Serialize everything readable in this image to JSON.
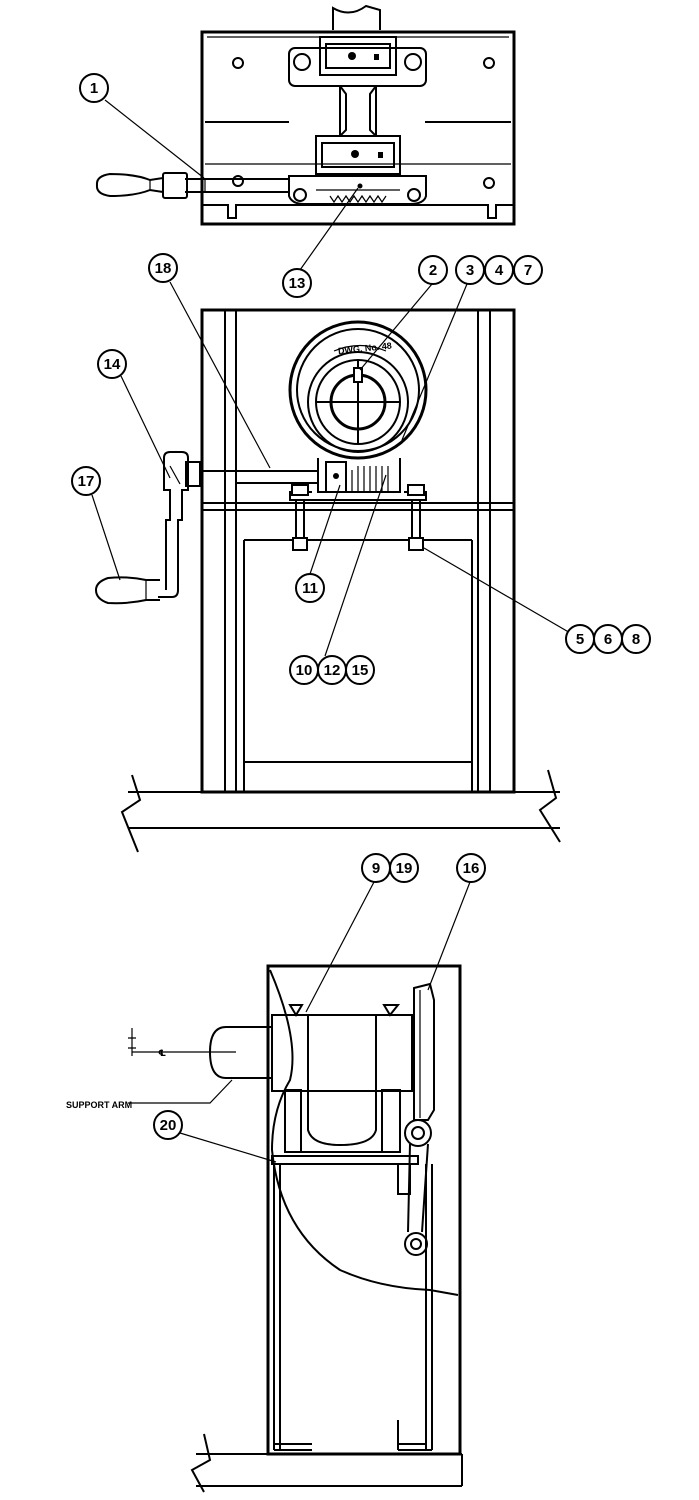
{
  "callouts": {
    "c1": "1",
    "c2": "2",
    "c3": "3",
    "c4": "4",
    "c5": "5",
    "c6": "6",
    "c7": "7",
    "c8": "8",
    "c9": "9",
    "c10": "10",
    "c11": "11",
    "c12": "12",
    "c13": "13",
    "c14": "14",
    "c15": "15",
    "c16": "16",
    "c17": "17",
    "c18": "18",
    "c19": "19",
    "c20": "20"
  },
  "labels": {
    "support_arm": "SUPPORT ARM"
  }
}
